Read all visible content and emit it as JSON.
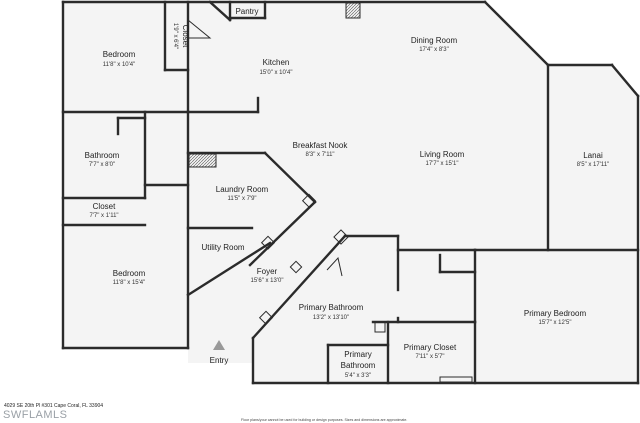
{
  "rooms": {
    "bedroom_1": {
      "name": "Bedroom",
      "dims": "11'8\" x 10'4\""
    },
    "closet_top": {
      "name": "Closet",
      "dims": "1'9\" x 6'4\""
    },
    "pantry": {
      "name": "Pantry"
    },
    "kitchen": {
      "name": "Kitchen",
      "dims": "15'0\" x 10'4\""
    },
    "dining_room": {
      "name": "Dining Room",
      "dims": "17'4\" x 8'3\""
    },
    "bathroom": {
      "name": "Bathroom",
      "dims": "7'7\" x 8'0\""
    },
    "breakfast_nook": {
      "name": "Breakfast Nook",
      "dims": "8'3\" x 7'11\""
    },
    "living_room": {
      "name": "Living Room",
      "dims": "17'7\" x 15'1\""
    },
    "lanai": {
      "name": "Lanai",
      "dims": "8'5\" x 17'11\""
    },
    "closet_left": {
      "name": "Closet",
      "dims": "7'7\" x 1'11\""
    },
    "laundry_room": {
      "name": "Laundry Room",
      "dims": "11'5\" x 7'9\""
    },
    "utility_room": {
      "name": "Utility Room"
    },
    "bedroom_2": {
      "name": "Bedroom",
      "dims": "11'8\" x 15'4\""
    },
    "foyer": {
      "name": "Foyer",
      "dims": "15'6\" x 13'0\""
    },
    "primary_bathroom": {
      "name": "Primary Bathroom",
      "dims": "13'2\" x 13'10\""
    },
    "primary_bedroom": {
      "name": "Primary Bedroom",
      "dims": "15'7\" x 12'5\""
    },
    "primary_closet": {
      "name": "Primary Closet",
      "dims": "7'11\" x 5'7\""
    },
    "primary_bath_small": {
      "name_line1": "Primary",
      "name_line2": "Bathroom",
      "dims": "5'4\" x 3'3\""
    }
  },
  "entry_label": "Entry",
  "footer": {
    "address": "4029 SE 20th Pl #301 Cape Coral, FL 33904",
    "brand": "SWFLAMLS",
    "disclaimer": "Floor plans/your cannot be used for building or design purposes. Sizes and dimensions are approximate."
  },
  "colors": {
    "wall": "#2b2b2b",
    "floor": "#f4f4f4",
    "exterior_line": "#bcbcbc"
  }
}
